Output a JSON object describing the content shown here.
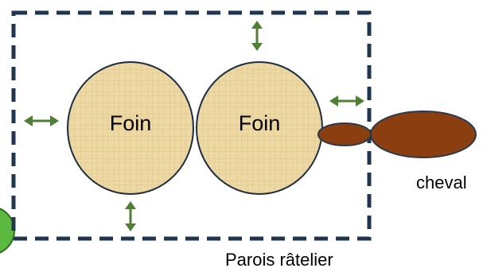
{
  "hay_bales": [
    {
      "label": "Foin"
    },
    {
      "label": "Foin"
    }
  ],
  "horse_label": "cheval",
  "rack_wall_label": "Parois râtelier",
  "colors": {
    "rack_wall": "#1f3550",
    "hay_fill": "#eed9a4",
    "hay_edge": "#1c2d42",
    "horse_fill": "#8b3e10",
    "horse_edge": "#2a3a4c",
    "arrow": "#4f7f34",
    "green_shape": "#5cb940"
  },
  "icons": [
    "double-arrow-icon"
  ]
}
